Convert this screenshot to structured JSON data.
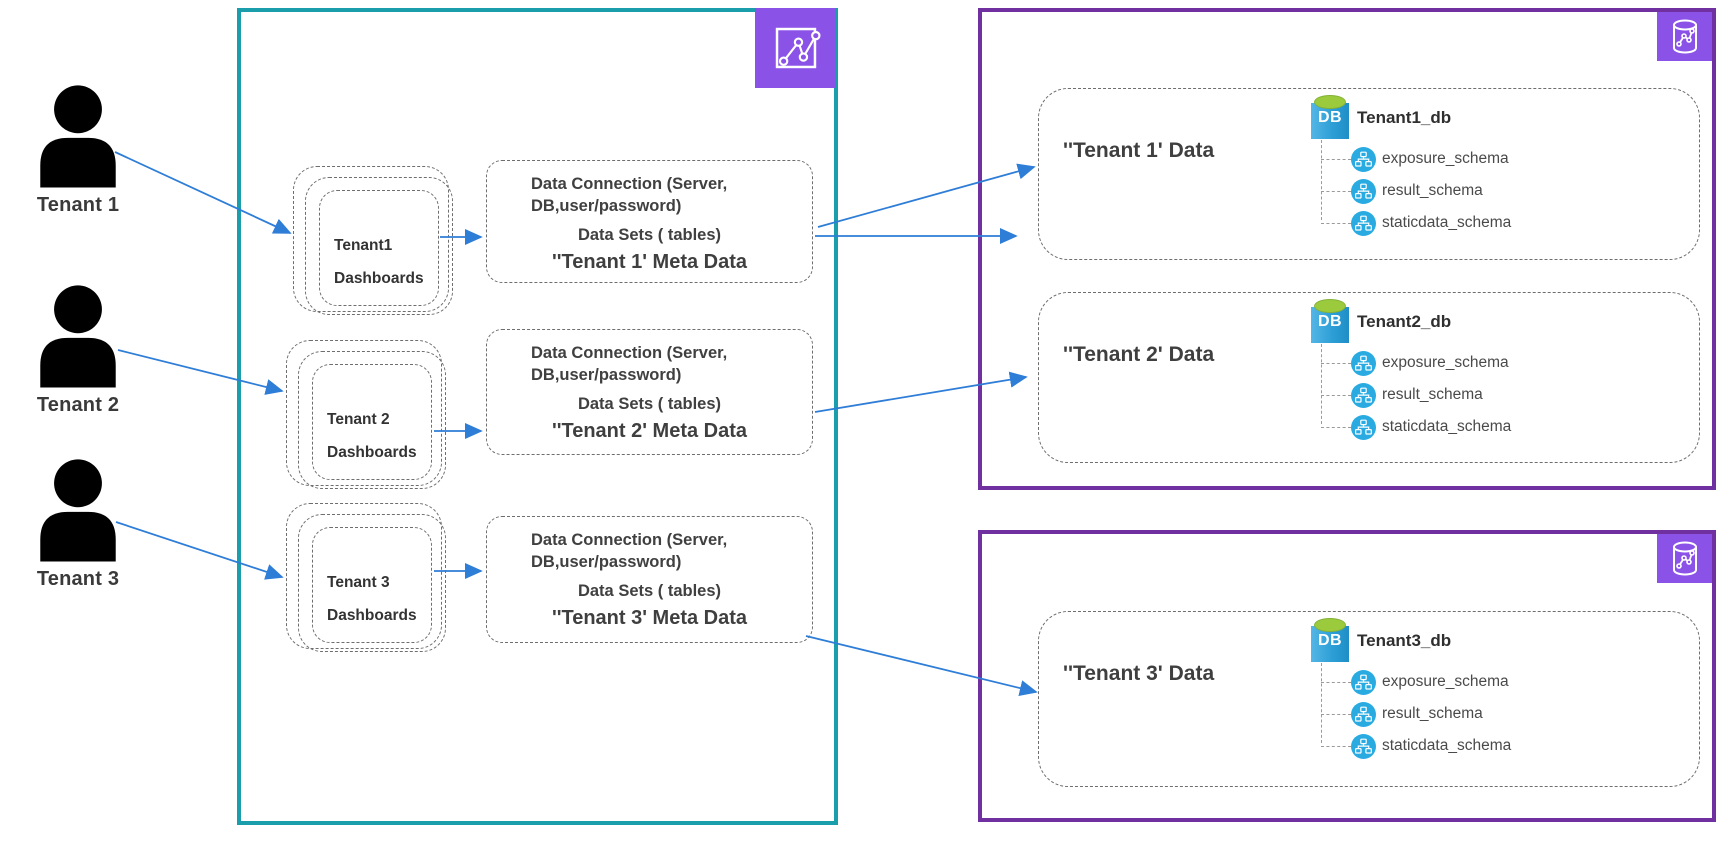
{
  "actors": [
    {
      "label": "Tenant 1"
    },
    {
      "label": "Tenant 2"
    },
    {
      "label": "Tenant 3"
    }
  ],
  "bi_panel": {
    "icon": "line-chart-icon",
    "tenants": [
      {
        "dashboard_stack": {
          "title": "Tenant1",
          "subtitle": "Dashboards"
        },
        "meta_box": {
          "connection": "Data Connection (Server, DB,user/password)",
          "datasets": "Data Sets ( tables)",
          "caption": "''Tenant 1' Meta Data"
        }
      },
      {
        "dashboard_stack": {
          "title": "Tenant 2",
          "subtitle": "Dashboards"
        },
        "meta_box": {
          "connection": "Data Connection (Server, DB,user/password)",
          "datasets": "Data Sets ( tables)",
          "caption": "''Tenant 2' Meta Data"
        }
      },
      {
        "dashboard_stack": {
          "title": "Tenant 3",
          "subtitle": "Dashboards"
        },
        "meta_box": {
          "connection": "Data Connection (Server, DB,user/password)",
          "datasets": "Data Sets ( tables)",
          "caption": "''Tenant 3' Meta Data"
        }
      }
    ]
  },
  "data_panels": [
    {
      "icon": "database-chart-icon",
      "sections": [
        {
          "title": "''Tenant 1' Data",
          "db_icon_label": "DB",
          "db_name": "Tenant1_db",
          "schemas": [
            "exposure_schema",
            "result_schema",
            "staticdata_schema"
          ]
        },
        {
          "title": "''Tenant 2' Data",
          "db_icon_label": "DB",
          "db_name": "Tenant2_db",
          "schemas": [
            "exposure_schema",
            "result_schema",
            "staticdata_schema"
          ]
        }
      ]
    },
    {
      "icon": "database-chart-icon",
      "sections": [
        {
          "title": "''Tenant 3' Data",
          "db_icon_label": "DB",
          "db_name": "Tenant3_db",
          "schemas": [
            "exposure_schema",
            "result_schema",
            "staticdata_schema"
          ]
        }
      ]
    }
  ],
  "icons": {
    "actor": "person-icon",
    "bi_panel": "line-chart-icon",
    "data_panel": "database-chart-icon",
    "database": "db-cylinder-icon",
    "schema": "sitemap-icon"
  },
  "colors": {
    "teal_border": "#1a9eac",
    "purple_border": "#7030a0",
    "icon_purple": "#8b52e8",
    "arrow_blue": "#2e7dd7",
    "db_blue": "#2d9fd6",
    "db_green": "#9bcb3c",
    "schema_blue": "#29abe2",
    "text_dark": "#3f3f3f"
  }
}
